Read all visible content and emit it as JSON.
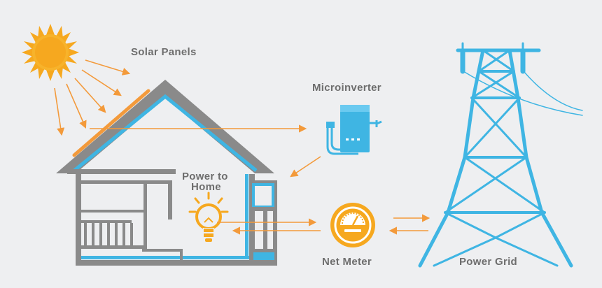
{
  "labels": {
    "solar_panels": "Solar Panels",
    "microinverter": "Microinverter",
    "power_to_home_line1": "Power to",
    "power_to_home_line2": "Home",
    "net_meter": "Net Meter",
    "power_grid": "Power Grid"
  },
  "colors": {
    "background": "#eeeff1",
    "house_outline": "#8a8a8a",
    "house_inner": "#3fb5e3",
    "arrow": "#f39a3b",
    "sun": "#f6a81f",
    "tower": "#3fb5e3",
    "label_text": "#6e6e6e"
  },
  "icons": [
    "sun-icon",
    "solar-panel-icon",
    "microinverter-icon",
    "lightbulb-icon",
    "net-meter-icon",
    "power-tower-icon"
  ]
}
